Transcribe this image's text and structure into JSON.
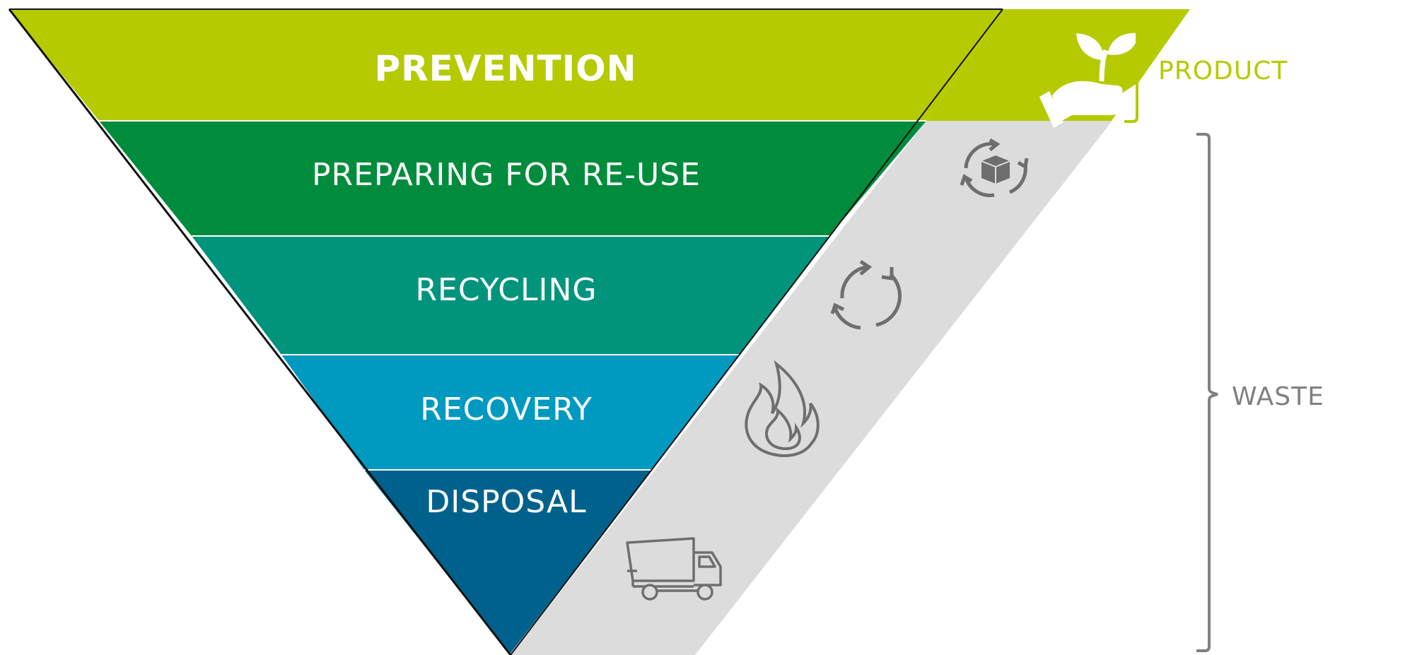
{
  "tiers": [
    {
      "label": "PREVENTION",
      "color": "#b5cb00"
    },
    {
      "label": "PREPARING FOR RE-USE",
      "color": "#008c3c"
    },
    {
      "label": "RECYCLING",
      "color": "#00947d"
    },
    {
      "label": "RECOVERY",
      "color": "#0099c0"
    },
    {
      "label": "DISPOSAL",
      "color": "#00628c"
    }
  ],
  "icons": [
    "plant-hand-icon",
    "reuse-box-icon",
    "recycle-icon",
    "flame-icon",
    "dump-truck-icon"
  ],
  "brackets": {
    "product": {
      "label": "PRODUCT",
      "color": "#b5cb00"
    },
    "waste": {
      "label": "WASTE",
      "color": "#808080"
    }
  },
  "colors": {
    "outline": "#111111",
    "side_band": "#dcdcdc",
    "icon_stroke": "#6e6e6e"
  }
}
